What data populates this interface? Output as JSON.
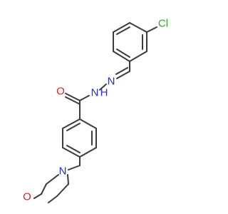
{
  "colors": {
    "background": "#ffffff",
    "bond": "#3b3b3b",
    "chlorine": "#29b129",
    "oxygen": "#e8201c",
    "nitrogen": "#1f2ed6"
  },
  "atoms": {
    "cl": "Cl",
    "o_carbonyl": "O",
    "n_hydrazone": "N",
    "nh_hydrazide": "N",
    "h_hydrazide": "H",
    "n_morpholine": "N",
    "o_morpholine": "O"
  }
}
